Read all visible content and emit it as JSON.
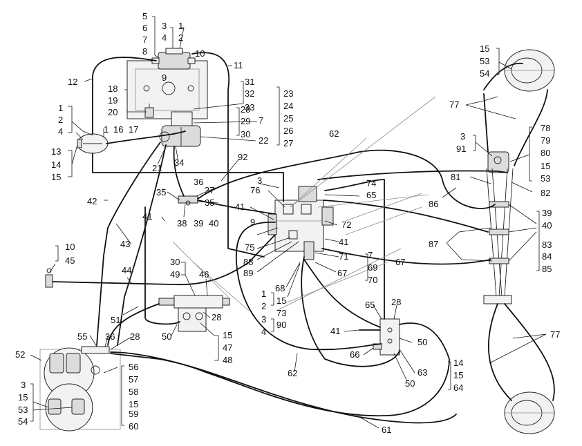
{
  "callouts": [
    {
      "id": "c5",
      "text": "5"
    },
    {
      "id": "c6",
      "text": "6"
    },
    {
      "id": "c7a",
      "text": "7"
    },
    {
      "id": "c8",
      "text": "8"
    },
    {
      "id": "c3a",
      "text": "3"
    },
    {
      "id": "c4a",
      "text": "4"
    },
    {
      "id": "c1a",
      "text": "1"
    },
    {
      "id": "c2a",
      "text": "2"
    },
    {
      "id": "c10a",
      "text": "10"
    },
    {
      "id": "c9a",
      "text": "9"
    },
    {
      "id": "c11",
      "text": "11"
    },
    {
      "id": "c12",
      "text": "12"
    },
    {
      "id": "c18",
      "text": "18"
    },
    {
      "id": "c19",
      "text": "19"
    },
    {
      "id": "c20",
      "text": "20"
    },
    {
      "id": "c31",
      "text": "31"
    },
    {
      "id": "c32",
      "text": "32"
    },
    {
      "id": "c33",
      "text": "33"
    },
    {
      "id": "c7b",
      "text": "7"
    },
    {
      "id": "c28a",
      "text": "28"
    },
    {
      "id": "c29",
      "text": "29"
    },
    {
      "id": "c30a",
      "text": "30"
    },
    {
      "id": "c23",
      "text": "23"
    },
    {
      "id": "c24",
      "text": "24"
    },
    {
      "id": "c25",
      "text": "25"
    },
    {
      "id": "c26",
      "text": "26"
    },
    {
      "id": "c27",
      "text": "27"
    },
    {
      "id": "c22",
      "text": "22"
    },
    {
      "id": "c1b",
      "text": "1"
    },
    {
      "id": "c2b",
      "text": "2"
    },
    {
      "id": "c4b",
      "text": "4"
    },
    {
      "id": "c1c",
      "text": "1"
    },
    {
      "id": "c16",
      "text": "16"
    },
    {
      "id": "c17",
      "text": "17"
    },
    {
      "id": "c13",
      "text": "13"
    },
    {
      "id": "c14a",
      "text": "14"
    },
    {
      "id": "c15a",
      "text": "15"
    },
    {
      "id": "c21",
      "text": "21"
    },
    {
      "id": "c34",
      "text": "34"
    },
    {
      "id": "c92",
      "text": "92"
    },
    {
      "id": "c62a",
      "text": "62"
    },
    {
      "id": "c36a",
      "text": "36"
    },
    {
      "id": "c37",
      "text": "37"
    },
    {
      "id": "c35a",
      "text": "35"
    },
    {
      "id": "c35b",
      "text": "35"
    },
    {
      "id": "c38",
      "text": "38"
    },
    {
      "id": "c39a",
      "text": "39"
    },
    {
      "id": "c40a",
      "text": "40"
    },
    {
      "id": "c3b",
      "text": "3"
    },
    {
      "id": "c76",
      "text": "76"
    },
    {
      "id": "c74",
      "text": "74"
    },
    {
      "id": "c65a",
      "text": "65"
    },
    {
      "id": "c41a",
      "text": "41"
    },
    {
      "id": "c72",
      "text": "72"
    },
    {
      "id": "c9b",
      "text": "9"
    },
    {
      "id": "c75",
      "text": "75"
    },
    {
      "id": "c88",
      "text": "88"
    },
    {
      "id": "c89",
      "text": "89"
    },
    {
      "id": "c41b",
      "text": "41"
    },
    {
      "id": "c71",
      "text": "71"
    },
    {
      "id": "c7c",
      "text": "7"
    },
    {
      "id": "c69",
      "text": "69"
    },
    {
      "id": "c70",
      "text": "70"
    },
    {
      "id": "c67a",
      "text": "67"
    },
    {
      "id": "c67b",
      "text": "67"
    },
    {
      "id": "c68",
      "text": "68"
    },
    {
      "id": "c1d",
      "text": "1"
    },
    {
      "id": "c2c",
      "text": "2"
    },
    {
      "id": "c15b",
      "text": "15"
    },
    {
      "id": "c3c",
      "text": "3"
    },
    {
      "id": "c4c",
      "text": "4"
    },
    {
      "id": "c73",
      "text": "73"
    },
    {
      "id": "c90",
      "text": "90"
    },
    {
      "id": "c42",
      "text": "42"
    },
    {
      "id": "c41c",
      "text": "41"
    },
    {
      "id": "c43",
      "text": "43"
    },
    {
      "id": "c10b",
      "text": "10"
    },
    {
      "id": "c45",
      "text": "45"
    },
    {
      "id": "c44",
      "text": "44"
    },
    {
      "id": "c30b",
      "text": "30"
    },
    {
      "id": "c49",
      "text": "49"
    },
    {
      "id": "c46",
      "text": "46"
    },
    {
      "id": "c28b",
      "text": "28"
    },
    {
      "id": "c51",
      "text": "51"
    },
    {
      "id": "c50a",
      "text": "50"
    },
    {
      "id": "c15c",
      "text": "15"
    },
    {
      "id": "c47",
      "text": "47"
    },
    {
      "id": "c48",
      "text": "48"
    },
    {
      "id": "c55",
      "text": "55"
    },
    {
      "id": "c36b",
      "text": "36"
    },
    {
      "id": "c28c",
      "text": "28"
    },
    {
      "id": "c52",
      "text": "52"
    },
    {
      "id": "c56",
      "text": "56"
    },
    {
      "id": "c57",
      "text": "57"
    },
    {
      "id": "c58",
      "text": "58"
    },
    {
      "id": "c15d",
      "text": "15"
    },
    {
      "id": "c59",
      "text": "59"
    },
    {
      "id": "c60",
      "text": "60"
    },
    {
      "id": "c3d",
      "text": "3"
    },
    {
      "id": "c15e",
      "text": "15"
    },
    {
      "id": "c53a",
      "text": "53"
    },
    {
      "id": "c54a",
      "text": "54"
    },
    {
      "id": "c62b",
      "text": "62"
    },
    {
      "id": "c61",
      "text": "61"
    },
    {
      "id": "c41d",
      "text": "41"
    },
    {
      "id": "c65b",
      "text": "65"
    },
    {
      "id": "c28d",
      "text": "28"
    },
    {
      "id": "c50b",
      "text": "50"
    },
    {
      "id": "c66",
      "text": "66"
    },
    {
      "id": "c63",
      "text": "63"
    },
    {
      "id": "c50c",
      "text": "50"
    },
    {
      "id": "c14b",
      "text": "14"
    },
    {
      "id": "c15f",
      "text": "15"
    },
    {
      "id": "c64",
      "text": "64"
    },
    {
      "id": "c15g",
      "text": "15"
    },
    {
      "id": "c53b",
      "text": "53"
    },
    {
      "id": "c54b",
      "text": "54"
    },
    {
      "id": "c77a",
      "text": "77"
    },
    {
      "id": "c3e",
      "text": "3"
    },
    {
      "id": "c91",
      "text": "91"
    },
    {
      "id": "c78",
      "text": "78"
    },
    {
      "id": "c79",
      "text": "79"
    },
    {
      "id": "c80",
      "text": "80"
    },
    {
      "id": "c15h",
      "text": "15"
    },
    {
      "id": "c53c",
      "text": "53"
    },
    {
      "id": "c81",
      "text": "81"
    },
    {
      "id": "c82",
      "text": "82"
    },
    {
      "id": "c86",
      "text": "86"
    },
    {
      "id": "c87",
      "text": "87"
    },
    {
      "id": "c39b",
      "text": "39"
    },
    {
      "id": "c40b",
      "text": "40"
    },
    {
      "id": "c83",
      "text": "83"
    },
    {
      "id": "c84",
      "text": "84"
    },
    {
      "id": "c85",
      "text": "85"
    },
    {
      "id": "c77b",
      "text": "77"
    }
  ]
}
